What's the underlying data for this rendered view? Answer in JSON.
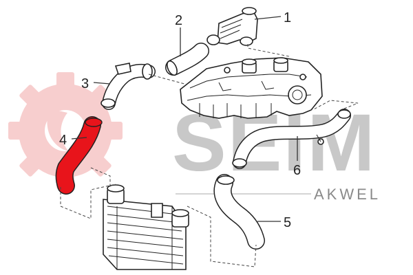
{
  "brand": {
    "watermark_text": "SEIM",
    "name": "AKWEL",
    "primary_color": "#c8c8c8",
    "gear_color": "#f7c9c9"
  },
  "highlight_color": "#e8141b",
  "callouts": [
    {
      "id": "1",
      "label": "1"
    },
    {
      "id": "2",
      "label": "2"
    },
    {
      "id": "3",
      "label": "3"
    },
    {
      "id": "4",
      "label": "4"
    },
    {
      "id": "5",
      "label": "5"
    },
    {
      "id": "6",
      "label": "6"
    }
  ],
  "highlighted_part": "4"
}
